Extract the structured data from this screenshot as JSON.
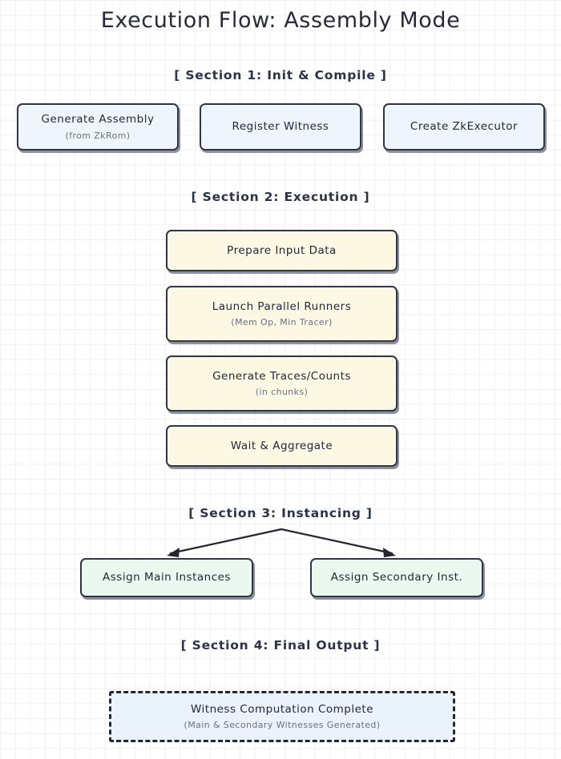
{
  "title": "Execution Flow: Assembly Mode",
  "colors": {
    "background": "#ffffff",
    "grid": "#f1f1f4",
    "stroke": "#2f3648",
    "text": "#222838",
    "subtext": "#6a7083",
    "blue_fill": "#eff5fc",
    "yellow_fill": "#fdf8e3",
    "green_fill": "#eaf8ef",
    "dashed_fill": "#eaf2fc",
    "arrow": "#22262e"
  },
  "sections": [
    {
      "header": "[ Section 1: Init & Compile ]"
    },
    {
      "header": "[ Section 2: Execution ]"
    },
    {
      "header": "[ Section 3: Instancing ]"
    },
    {
      "header": "[ Section 4: Final Output ]"
    }
  ],
  "nodes": {
    "generate_assembly": {
      "title": "Generate Assembly",
      "sub": "(from ZkRom)"
    },
    "register_witness": {
      "title": "Register Witness",
      "sub": ""
    },
    "create_zkexecutor": {
      "title": "Create ZkExecutor",
      "sub": ""
    },
    "prepare_input": {
      "title": "Prepare Input Data",
      "sub": ""
    },
    "launch_runners": {
      "title": "Launch Parallel Runners",
      "sub": "(Mem Op, Min Tracer)"
    },
    "generate_traces": {
      "title": "Generate Traces/Counts",
      "sub": "(in chunks)"
    },
    "wait_aggregate": {
      "title": "Wait & Aggregate",
      "sub": ""
    },
    "assign_main": {
      "title": "Assign Main Instances",
      "sub": ""
    },
    "assign_secondary": {
      "title": "Assign Secondary Inst.",
      "sub": ""
    },
    "witness_complete": {
      "title": "Witness Computation Complete",
      "sub": "(Main & Secondary Witnesses Generated)"
    }
  },
  "edges": [
    {
      "name": "branch-to-assign-main",
      "from": "instancing-fork",
      "to": "assign_main"
    },
    {
      "name": "branch-to-assign-secondary",
      "from": "instancing-fork",
      "to": "assign_secondary"
    }
  ]
}
